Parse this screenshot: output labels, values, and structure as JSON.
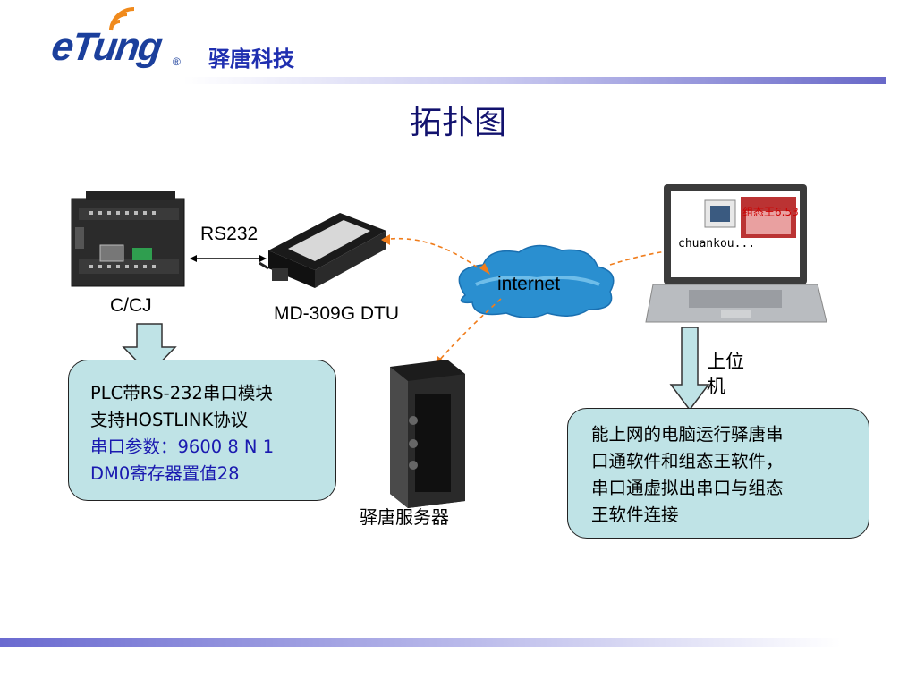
{
  "header": {
    "logo_text": "eTung",
    "logo_reg": "®",
    "company_name": "驿唐科技"
  },
  "title": "拓扑图",
  "nodes": {
    "plc_label": "C/CJ",
    "link_label": "RS232",
    "dtu_label": "MD-309G DTU",
    "cloud_label": "internet",
    "server_label": "驿唐服务器",
    "host_label_line1": "上位",
    "host_label_line2": "机",
    "laptop_screen": {
      "icon1_label": "chuankou...",
      "icon2_label": "组态王6.53"
    }
  },
  "left_box": {
    "line1": "PLC带RS-232串口模块",
    "line2": "支持HOSTLINK协议",
    "line3": "串口参数：9600 8 N 1",
    "line4": "DM0寄存器置值28"
  },
  "right_box": {
    "line1": "能上网的电脑运行驿唐串",
    "line2": "口通软件和组态王软件，",
    "line3": "串口通虚拟出串口与组态",
    "line4": "王软件连接"
  },
  "colors": {
    "title": "#12126e",
    "box_fill": "#bfe3e6",
    "dashed_link": "#f07d1c",
    "cloud": "#2a8fd0",
    "blue_text": "#1a1ab0"
  }
}
